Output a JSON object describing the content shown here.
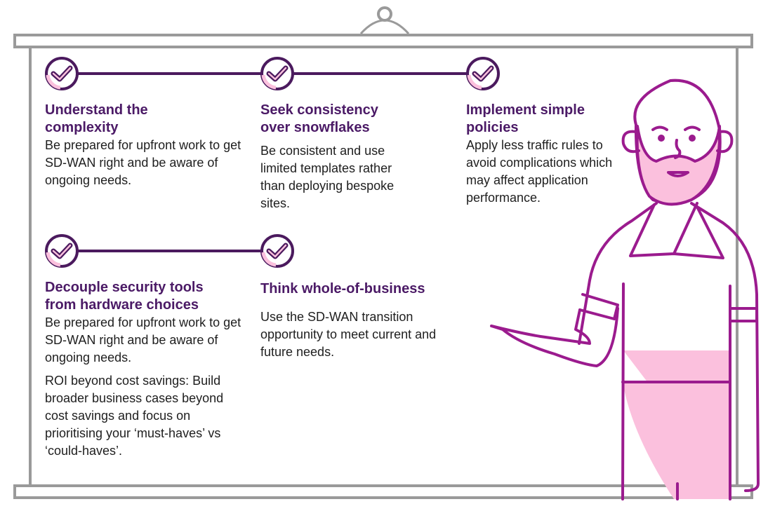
{
  "colors": {
    "heading": "#4b1a66",
    "body": "#1e1e1e",
    "accent": "#9b1b8e",
    "pink": "#fbc0dd",
    "board": "#9a9a9a"
  },
  "items": [
    {
      "title_lines": [
        "Understand the",
        "complexity"
      ],
      "body": [
        "Be prepared for upfront work to get SD-WAN right and be aware of ongoing needs."
      ]
    },
    {
      "title_lines": [
        "Seek consistency",
        "over snowflakes"
      ],
      "body": [
        "Be consistent and use limited templates rather than deploying bespoke sites."
      ]
    },
    {
      "title_lines": [
        "Implement simple",
        "policies"
      ],
      "body": [
        "Apply less traffic rules to avoid complications which may affect application performance."
      ]
    },
    {
      "title_lines": [
        "Decouple security tools",
        "from hardware choices"
      ],
      "body": [
        "Be prepared for upfront work to get SD-WAN right and be aware of ongoing needs.",
        "ROI beyond cost savings: Build broader business cases beyond cost savings and focus on prioritising  your ‘must-haves’ vs ‘could-haves’."
      ]
    },
    {
      "title_lines": [
        "Think whole-of-business"
      ],
      "body": [
        "Use the SD-WAN transition opportunity to meet current and future needs."
      ]
    }
  ]
}
